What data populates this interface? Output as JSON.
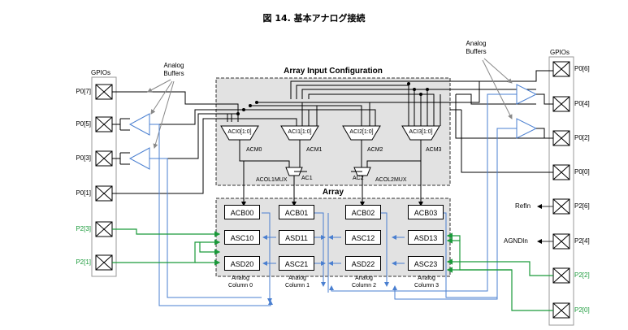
{
  "figure": {
    "title": "図 14. 基本アナログ接続"
  },
  "panels": {
    "input_config": {
      "title": "Array Input Configuration"
    },
    "array": {
      "title": "Array"
    }
  },
  "left_gpio": {
    "header": "GPIOs",
    "buffers_label": "Analog\nBuffers",
    "pins": [
      {
        "name": "P0[7]",
        "color": "#000000"
      },
      {
        "name": "P0[5]",
        "color": "#000000"
      },
      {
        "name": "P0[3]",
        "color": "#000000"
      },
      {
        "name": "P0[1]",
        "color": "#000000"
      },
      {
        "name": "P2[3]",
        "color": "#1a9a3a"
      },
      {
        "name": "P2[1]",
        "color": "#1a9a3a"
      }
    ]
  },
  "right_gpio": {
    "header": "GPIOs",
    "buffers_label": "Analog\nBuffers",
    "pins": [
      {
        "name": "P0[6]",
        "color": "#000000"
      },
      {
        "name": "P0[4]",
        "color": "#000000"
      },
      {
        "name": "P0[2]",
        "color": "#000000"
      },
      {
        "name": "P0[0]",
        "color": "#000000"
      },
      {
        "name": "P2[6]",
        "color": "#000000"
      },
      {
        "name": "P2[4]",
        "color": "#000000"
      },
      {
        "name": "P2[2]",
        "color": "#1a9a3a"
      },
      {
        "name": "P2[0]",
        "color": "#1a9a3a"
      }
    ],
    "side_labels": {
      "refin": "RefIn",
      "agndin": "AGNDIn"
    }
  },
  "muxes": {
    "aci": [
      "ACI0[1:0]",
      "ACI1[1:0]",
      "ACI2[1:0]",
      "ACI3[1:0]"
    ],
    "acm": [
      "ACM0",
      "ACM1",
      "ACM2",
      "ACM3"
    ],
    "ac1": "AC1",
    "ac2": "AC2",
    "acol1mux": "ACOL1MUX",
    "acol2mux": "ACOL2MUX"
  },
  "array_blocks": {
    "row0": [
      "ACB00",
      "ACB01",
      "ACB02",
      "ACB03"
    ],
    "row1": [
      "ASC10",
      "ASD11",
      "ASC12",
      "ASD13"
    ],
    "row2": [
      "ASD20",
      "ASC21",
      "ASD22",
      "ASC23"
    ]
  },
  "columns": [
    "Analog\nColumn 0",
    "Analog\nColumn 1",
    "Analog\nColumn 2",
    "Analog\nColumn 3"
  ],
  "colors": {
    "blue": "#4a7fd0",
    "green": "#1a9a3a",
    "gray": "#888888",
    "panel": "#e2e2e2"
  }
}
